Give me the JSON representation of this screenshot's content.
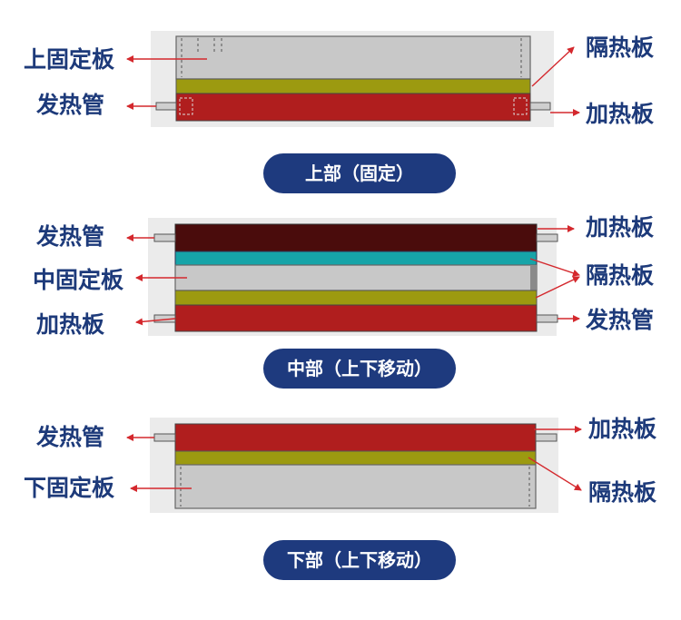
{
  "colors": {
    "label_text": "#1d3a7a",
    "pill_background": "#1e3a7e",
    "arrow": "#d4282d",
    "fixed_plate": "#c8c8c8",
    "insulation_plate": "#9c9a10",
    "heating_plate": "#b01e1e",
    "heating_plate_dark": "#4a0c0c",
    "insulation_plate_teal": "#16a4a8"
  },
  "upper": {
    "fixed_plate_label": "上固定板",
    "tube_label": "发热管",
    "insulation_label": "隔热板",
    "heating_label": "加热板",
    "caption": "上部（固定）"
  },
  "middle": {
    "tube_left_label": "发热管",
    "fixed_plate_label": "中固定板",
    "heating_left_label": "加热板",
    "heating_right_label": "加热板",
    "insulation_label": "隔热板",
    "tube_right_label": "发热管",
    "caption": "中部（上下移动）"
  },
  "lower": {
    "tube_label": "发热管",
    "fixed_plate_label": "下固定板",
    "heating_label": "加热板",
    "insulation_label": "隔热板",
    "caption": "下部（上下移动）"
  }
}
